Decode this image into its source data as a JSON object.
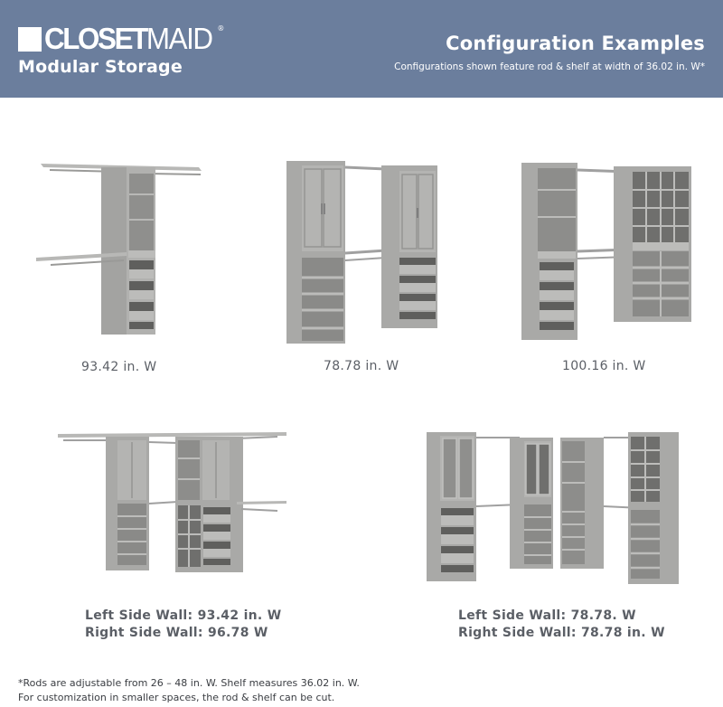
{
  "header": {
    "brand": {
      "bold": "CLOSET",
      "thin": "MAID",
      "registered": "®"
    },
    "subbrand": "Modular Storage",
    "title": "Configuration Examples",
    "subtitle": "Configurations shown feature rod & shelf at width of 36.02 in. W*",
    "background_color": "#6b7e9d"
  },
  "configurations": [
    {
      "id": "config-1",
      "caption": "93.42 in. W",
      "layout": "single tower with drawers, rods on both sides"
    },
    {
      "id": "config-2",
      "caption": "78.78 in. W",
      "layout": "two towers with doors, shoe shelves and drawers"
    },
    {
      "id": "config-3",
      "caption": "100.16 in. W",
      "layout": "shelf/drawer tower and cubby/shoe tower"
    },
    {
      "id": "config-4",
      "caption_lines": [
        "Left Side Wall: 93.42 in. W",
        "Right Side Wall: 96.78 W"
      ],
      "layout": "corner configuration"
    },
    {
      "id": "config-5",
      "caption_lines": [
        "Left Side Wall: 78.78. W",
        "Right Side Wall: 78.78 in. W"
      ],
      "layout": "corner configuration with glass doors"
    }
  ],
  "footnote": {
    "line1": "*Rods are adjustable from 26 – 48 in. W. Shelf measures 36.02 in. W.",
    "line2": "For customization in smaller spaces, the rod & shelf can be cut."
  },
  "colors": {
    "unit_gray": "#a9a9a7",
    "unit_dark": "#8d8d8b",
    "caption_text": "#5b5f66"
  }
}
